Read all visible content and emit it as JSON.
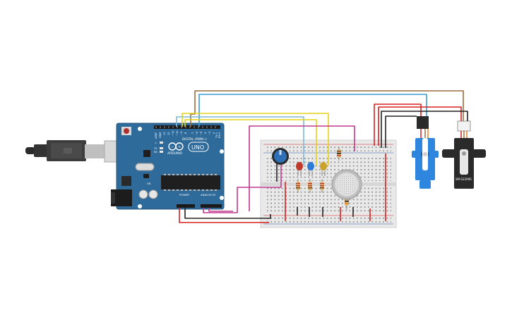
{
  "arduino": {
    "brand": "ARDUINO",
    "model": "UNO",
    "digital_label": "DIGITAL (PWM~)",
    "power_label": "POWER",
    "analog_label": "ANALOG IN",
    "pin_aref": "AREF",
    "pin_gnd": "GND",
    "pin_13": "13",
    "pin_12": "12",
    "pin_11": "~11",
    "pin_10": "~10",
    "pin_9": "~9",
    "pin_8": "8",
    "pin_7": "7",
    "pin_6": "~6",
    "pin_5": "~5",
    "pin_4": "4",
    "pin_3": "~3",
    "pin_2": "2",
    "pin_1": "TX 1",
    "pin_0": "RX 0",
    "led_l": "L",
    "led_tx": "TX",
    "led_rx": "RX",
    "on_label": "ON"
  },
  "servo_right": {
    "label": "SM-S2309S"
  },
  "colors": {
    "board_blue": "#2f6b9a",
    "wire_brown": "#9c6b3c",
    "wire_cyan": "#3a9bd6",
    "wire_yellow": "#e6d21a",
    "wire_magenta": "#c2388f",
    "wire_red": "#d62020",
    "wire_black": "#222222",
    "led_red": "#c0392b",
    "led_blue": "#2e7bd6",
    "led_yellow": "#c9a227",
    "breadboard": "#e9e9e9"
  }
}
